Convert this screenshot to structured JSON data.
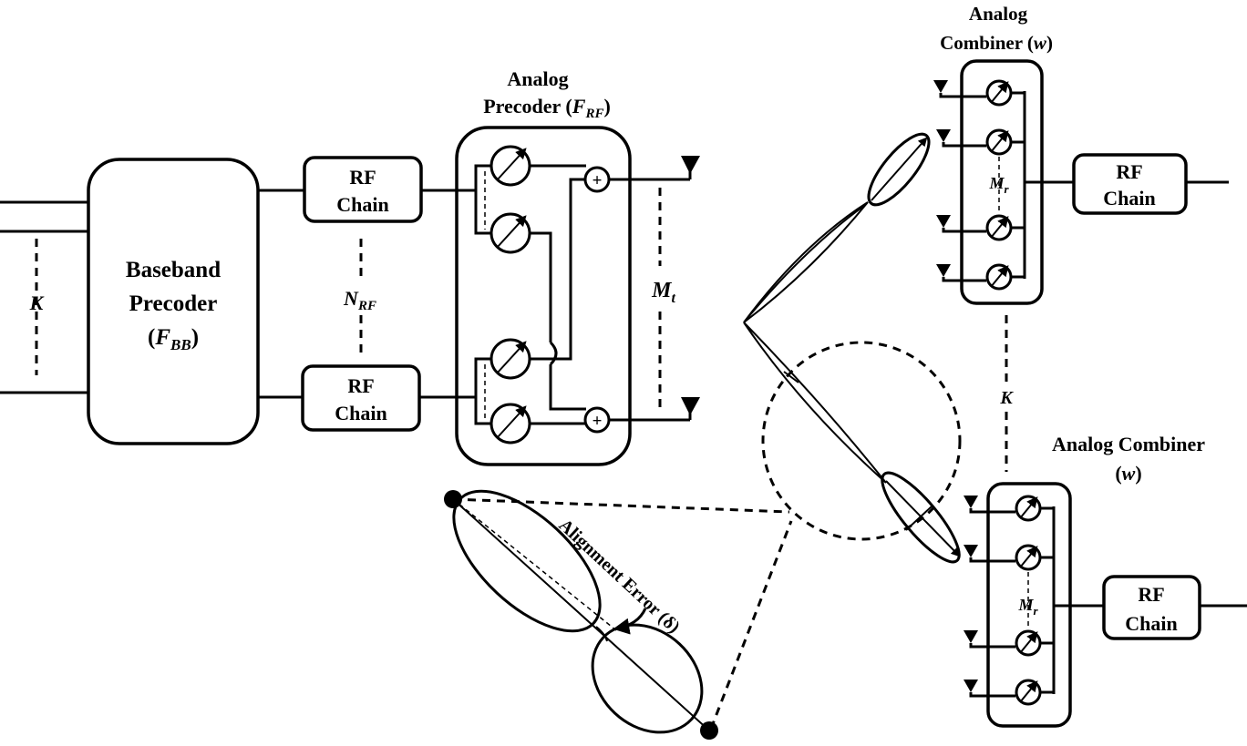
{
  "baseband": {
    "line1": "Baseband",
    "line2": "Precoder",
    "symbol_open": "(",
    "symbol_main": "F",
    "symbol_sub": "BB",
    "symbol_close": ")"
  },
  "rf_chain": {
    "line1": "RF",
    "line2": "Chain"
  },
  "labels": {
    "k_left": "K",
    "nrf_main": "N",
    "nrf_sub": "RF",
    "mt_main": "M",
    "mt_sub": "t",
    "mr_main": "M",
    "mr_sub": "r",
    "k_right": "K",
    "plus": "+"
  },
  "precoder": {
    "line1": "Analog",
    "line2_pre": "Precoder (",
    "line2_main": "F",
    "line2_sub": "RF",
    "line2_post": ")"
  },
  "combiner_top": {
    "line1": "Analog",
    "line2_pre": "Combiner (",
    "line2_w": "w",
    "line2_post": ")"
  },
  "combiner_bottom": {
    "line1": "Analog Combiner",
    "line2_pre": "(",
    "line2_w": "w",
    "line2_post": ")"
  },
  "alignment": {
    "label": "Alignment Error (δ)"
  }
}
